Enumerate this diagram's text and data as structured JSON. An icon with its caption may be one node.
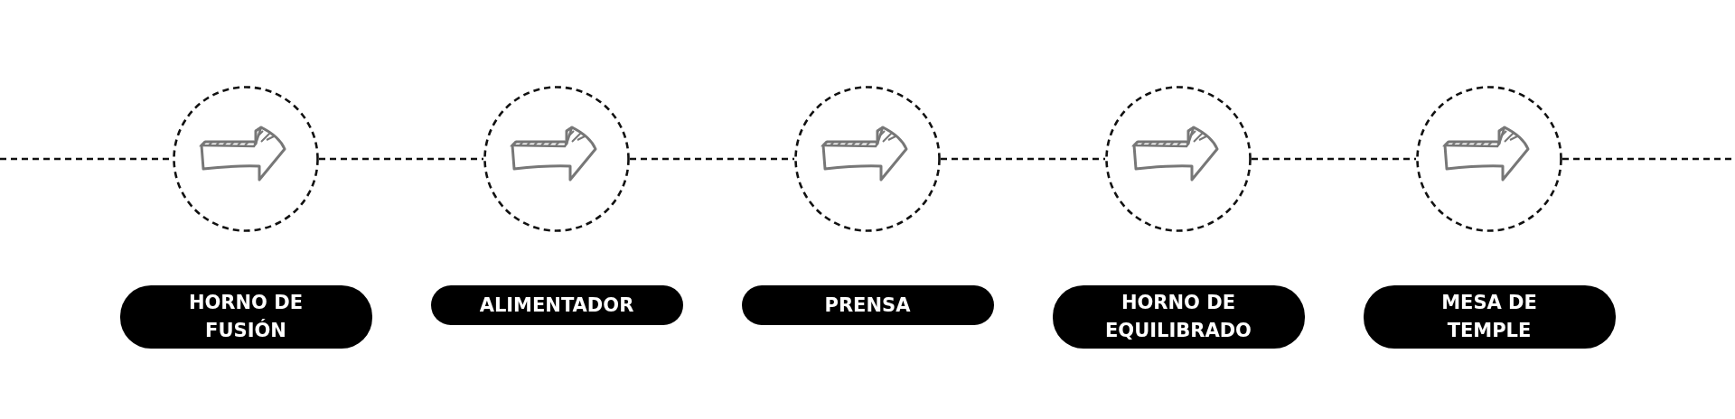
{
  "diagram": {
    "nodes": [
      {
        "text": [],
        "shape": "circle"
      },
      {
        "text": [
          "HORNO DE FUSIÓN"
        ]
      },
      {
        "text": [],
        "shape": "circle"
      },
      {
        "text": [
          "ALIMENTADOR"
        ]
      },
      {
        "text": [],
        "shape": "circle"
      },
      {
        "text": [
          "PRENSA"
        ]
      },
      {
        "text": [],
        "shape": "circle"
      },
      {
        "text": [
          "HORNO DE EQUILIBRADO"
        ]
      },
      {
        "text": [],
        "shape": "circle"
      },
      {
        "text": [
          "MESA DE TEMPLE"
        ]
      }
    ],
    "edges": [
      {
        "from": null,
        "to": 0,
        "arrow": "none",
        "style": "dashed"
      },
      {
        "from": 0,
        "to": 2,
        "arrow": "none",
        "style": "dashed"
      },
      {
        "from": 2,
        "to": 4,
        "arrow": "none",
        "style": "dashed"
      },
      {
        "from": 4,
        "to": 6,
        "arrow": "none",
        "style": "dashed"
      },
      {
        "from": 6,
        "to": 8,
        "arrow": "none",
        "style": "dashed"
      },
      {
        "from": 8,
        "to": null,
        "arrow": "none",
        "style": "dashed"
      }
    ]
  }
}
